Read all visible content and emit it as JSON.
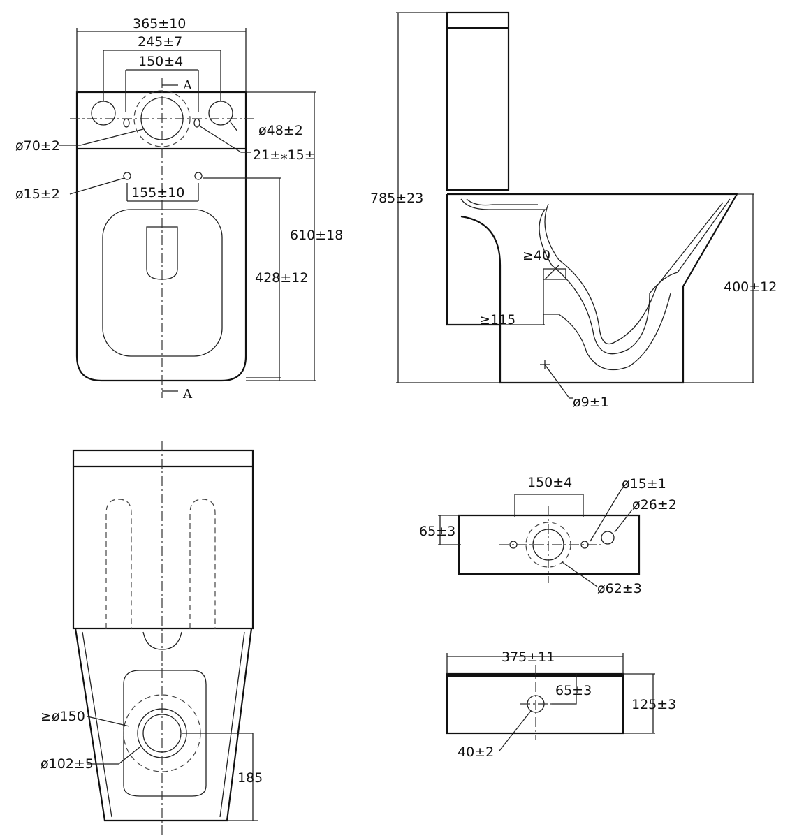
{
  "top_view": {
    "overall_width": "365±10",
    "inlet_spacing": "245±7",
    "bolt_spacing": "150±4",
    "section_mark_top": "A",
    "section_mark_bottom": "A",
    "inlet_diameter": "ø48±2",
    "flush_diameter": "ø70±2",
    "small_hole": "21±⁎15±",
    "fixing_hole": "ø15±2",
    "fixing_spacing": "155±10",
    "overall_depth": "610±18",
    "fixing_depth": "428±12"
  },
  "side_view": {
    "overall_height": "785±23",
    "min_40": "≥40",
    "min_115": "≥115",
    "seat_height": "400±12",
    "floor_hole": "ø9±1"
  },
  "front_view": {
    "min_outlet": "≥ø150",
    "outlet_diameter": "ø102±5",
    "outlet_height": "185"
  },
  "tank_lid_view": {
    "hole_spacing": "150±4",
    "small_hole": "ø15±1",
    "side_hole": "ø26±2",
    "depth": "65±3",
    "button_hole": "ø62±3"
  },
  "tank_plan_view": {
    "width": "375±11",
    "offset": "65±3",
    "depth": "125±3",
    "hole": "40±2"
  }
}
